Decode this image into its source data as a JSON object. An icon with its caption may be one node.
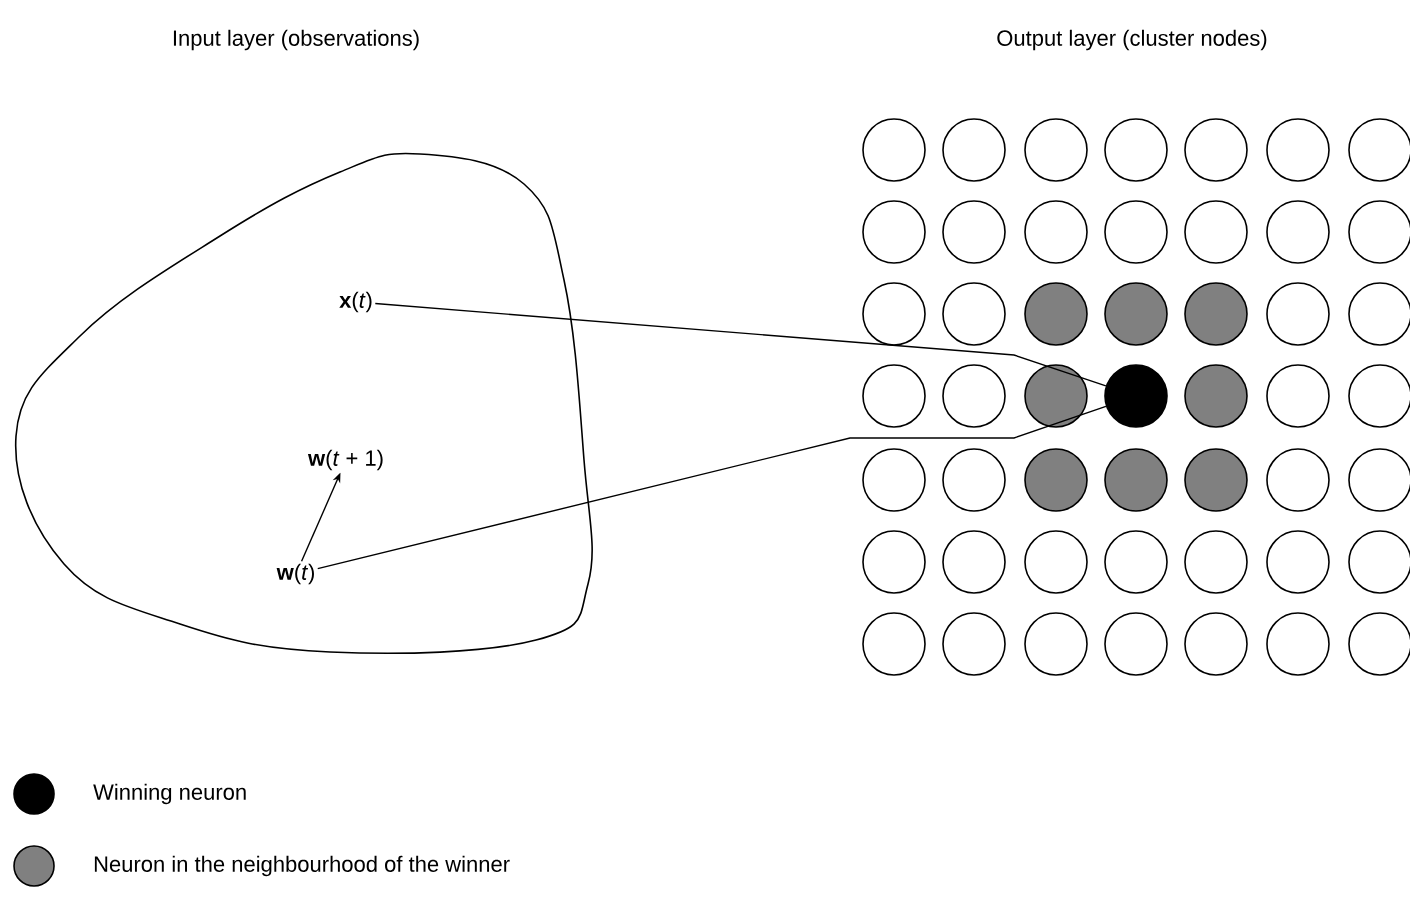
{
  "diagram": {
    "nodes": [
      {
        "text": [],
        "shape": "cloud"
      },
      {
        "text": [
          "**x**(*t*)"
        ],
        "in": 0
      },
      {
        "text": [
          "**w**(*t* + 1)"
        ],
        "in": 0
      },
      {
        "text": [
          "**w**(*t*)"
        ],
        "in": 0
      },
      {
        "text": [],
        "shape": "circle"
      },
      {
        "text": [],
        "shape": "circle"
      },
      {
        "text": [],
        "shape": "circle"
      },
      {
        "text": [],
        "shape": "circle"
      },
      {
        "text": [],
        "shape": "circle"
      },
      {
        "text": [],
        "shape": "circle"
      },
      {
        "text": [],
        "shape": "circle"
      },
      {
        "text": [],
        "shape": "circle"
      },
      {
        "text": [],
        "shape": "circle"
      },
      {
        "text": [],
        "shape": "circle"
      },
      {
        "text": [],
        "shape": "circle"
      },
      {
        "text": [],
        "shape": "circle"
      },
      {
        "text": [],
        "shape": "circle"
      },
      {
        "text": [],
        "shape": "circle"
      },
      {
        "text": [],
        "shape": "circle"
      },
      {
        "text": [],
        "shape": "circle"
      },
      {
        "text": [],
        "shape": "circle"
      },
      {
        "text": [],
        "shape": "circle"
      },
      {
        "text": [],
        "shape": "circle"
      },
      {
        "text": [],
        "shape": "circle"
      },
      {
        "text": [],
        "shape": "circle"
      },
      {
        "text": [],
        "shape": "circle"
      },
      {
        "text": [],
        "shape": "circle"
      },
      {
        "text": [],
        "shape": "circle"
      },
      {
        "text": [],
        "shape": "circle"
      },
      {
        "text": [],
        "shape": "circle"
      },
      {
        "text": [],
        "shape": "circle"
      },
      {
        "text": [],
        "shape": "circle"
      },
      {
        "text": [],
        "shape": "circle"
      },
      {
        "text": [],
        "shape": "circle"
      },
      {
        "text": [],
        "shape": "circle"
      },
      {
        "text": [],
        "shape": "circle"
      },
      {
        "text": [],
        "shape": "circle"
      },
      {
        "text": [],
        "shape": "circle"
      },
      {
        "text": [],
        "shape": "circle"
      },
      {
        "text": [],
        "shape": "circle"
      },
      {
        "text": [],
        "shape": "circle"
      },
      {
        "text": [],
        "shape": "circle"
      },
      {
        "text": [],
        "shape": "circle"
      },
      {
        "text": [],
        "shape": "circle"
      },
      {
        "text": [],
        "shape": "circle"
      },
      {
        "text": [],
        "shape": "circle"
      },
      {
        "text": [],
        "shape": "circle"
      },
      {
        "text": [],
        "shape": "circle"
      },
      {
        "text": [],
        "shape": "circle"
      },
      {
        "text": [],
        "shape": "circle"
      },
      {
        "text": [],
        "shape": "circle"
      },
      {
        "text": [],
        "shape": "circle"
      },
      {
        "text": [],
        "shape": "circle"
      }
    ],
    "edges": [
      {
        "from": 1,
        "to": 28,
        "arrow": "none"
      },
      {
        "from": 3,
        "to": 28,
        "arrow": "none"
      },
      {
        "from": 3,
        "to": 2,
        "arrow": "to"
      }
    ],
    "labels": [
      "Input layer (observations)",
      "Output layer (cluster nodes)"
    ],
    "legend": [
      {
        "text": "Winning neuron",
        "color": "#000000"
      },
      {
        "text": "Neuron in the neighbourhood of the winner",
        "color": "#808080"
      }
    ]
  }
}
